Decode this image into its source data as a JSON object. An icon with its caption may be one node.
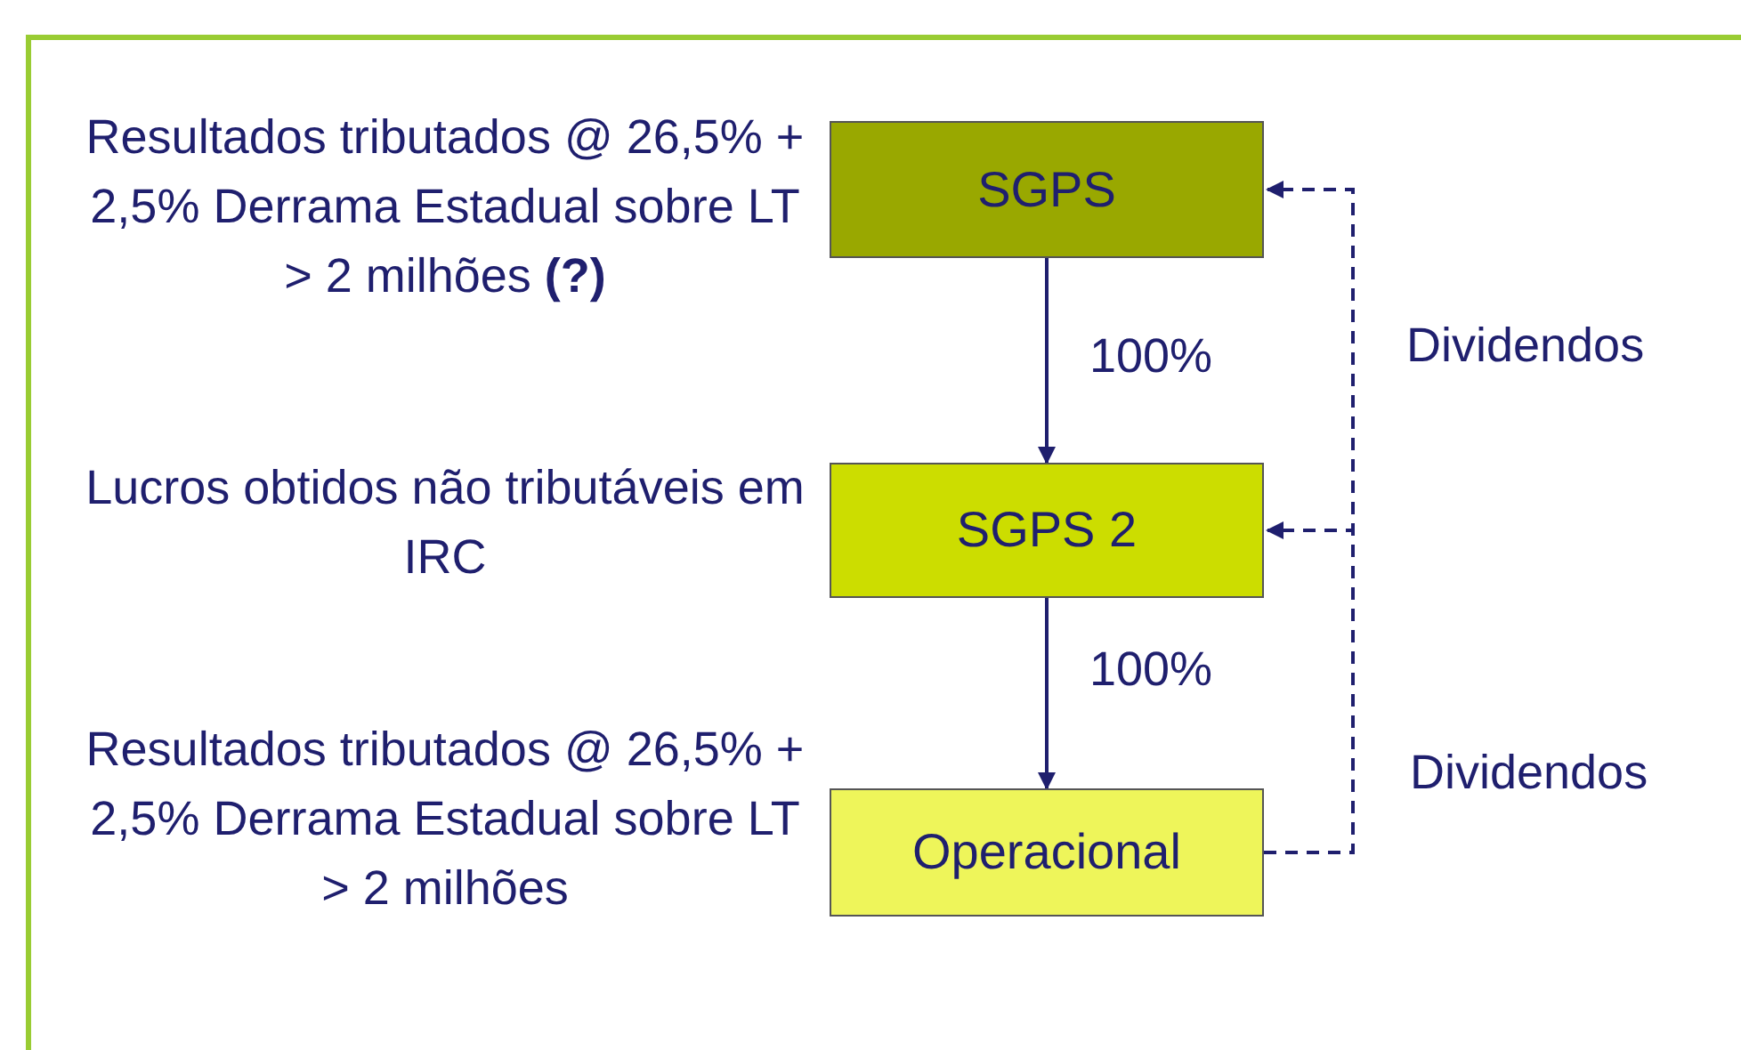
{
  "diagram": {
    "nodes": [
      {
        "text": [
          "SGPS"
        ],
        "beside": [
          "Resultados tributados @ 26,5% + 2,5% Derrama Estadual sobre LT > 2 milhões **(?)**"
        ]
      },
      {
        "text": [
          "SGPS 2"
        ],
        "beside": [
          "Lucros obtidos não tributáveis em IRC"
        ]
      },
      {
        "text": [
          "Operacional"
        ],
        "beside": [
          "Resultados tributados @ 26,5% + 2,5% Derrama Estadual sobre LT > 2 milhões"
        ]
      }
    ],
    "edges": [
      {
        "from": 0,
        "to": 1,
        "arrow": "to",
        "label": "100%"
      },
      {
        "from": 1,
        "to": 2,
        "arrow": "to",
        "label": "100%"
      },
      {
        "from": 2,
        "to": 1,
        "arrow": "to",
        "style": "dashed",
        "label": "Dividendos"
      },
      {
        "from": 2,
        "to": 0,
        "arrow": "to",
        "style": "dashed",
        "label": "Dividendos"
      }
    ]
  }
}
